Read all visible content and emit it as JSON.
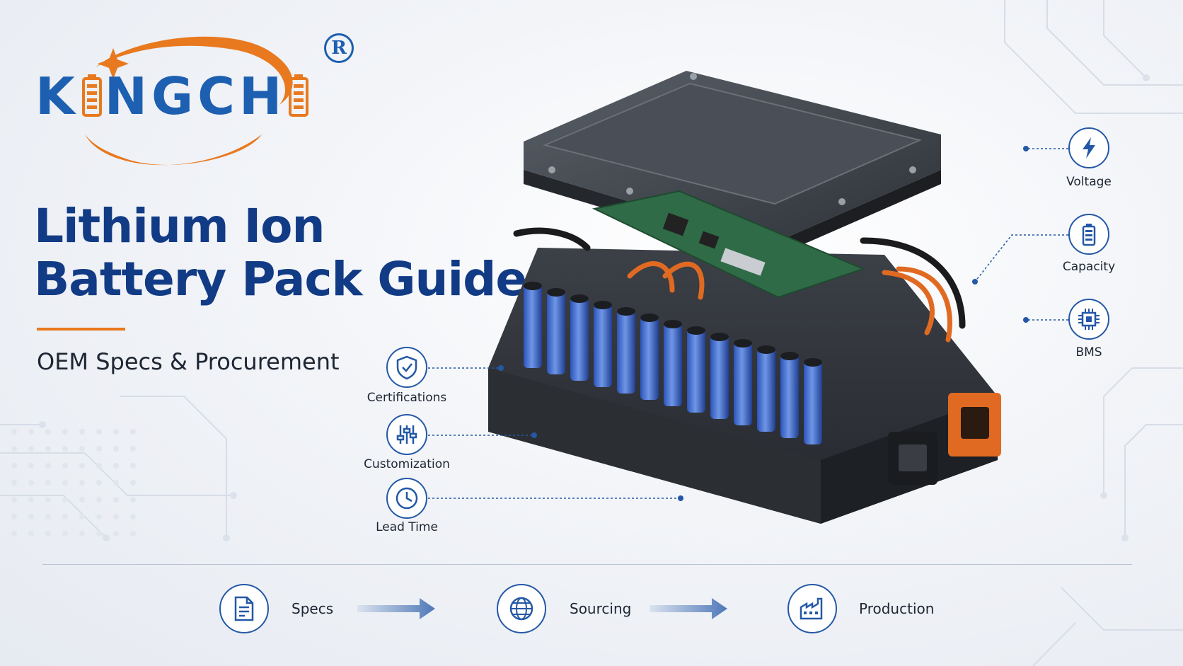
{
  "brand": {
    "name_left": "K",
    "name_mid": "NGCH",
    "registered_mark": "R",
    "colors": {
      "primary": "#1d5fb0",
      "accent": "#e8791f"
    }
  },
  "headline": {
    "line1": "Lithium Ion",
    "line2": "Battery Pack Guide",
    "subtitle": "OEM Specs & Procurement",
    "title_color": "#123b85"
  },
  "left_features": [
    {
      "label": "Certifications",
      "icon": "shield-check-icon"
    },
    {
      "label": "Customization",
      "icon": "sliders-icon"
    },
    {
      "label": "Lead Time",
      "icon": "clock-icon"
    }
  ],
  "right_features": [
    {
      "label": "Voltage",
      "icon": "lightning-bolt-icon"
    },
    {
      "label": "Capacity",
      "icon": "battery-icon"
    },
    {
      "label": "BMS",
      "icon": "chip-icon"
    }
  ],
  "process_steps": [
    {
      "label": "Specs",
      "icon": "document-icon"
    },
    {
      "label": "Sourcing",
      "icon": "globe-icon"
    },
    {
      "label": "Production",
      "icon": "factory-icon"
    }
  ]
}
